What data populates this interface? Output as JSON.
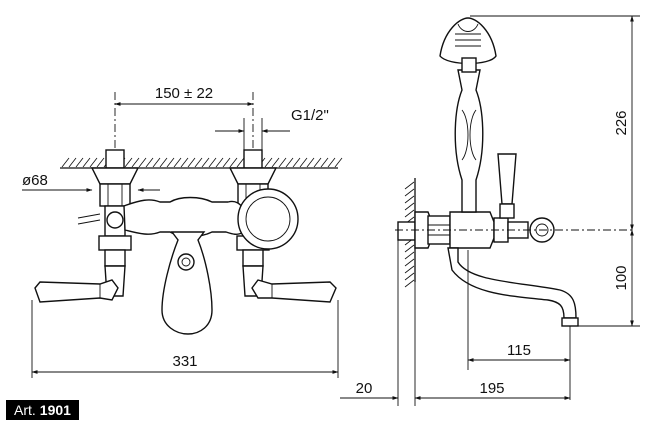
{
  "dimensions": {
    "centers": "150 ± 22",
    "thread": "G1/2\"",
    "diameter": "ø68",
    "width": "331",
    "height_shower": "226",
    "height_spout": "100",
    "spout_reach": "115",
    "wall_offset": "20",
    "total_depth": "195"
  },
  "article": {
    "prefix": "Art.",
    "number": "1901",
    "background": "#000000",
    "text_color": "#ffffff"
  },
  "colors": {
    "line": "#111111",
    "background": "#ffffff"
  }
}
